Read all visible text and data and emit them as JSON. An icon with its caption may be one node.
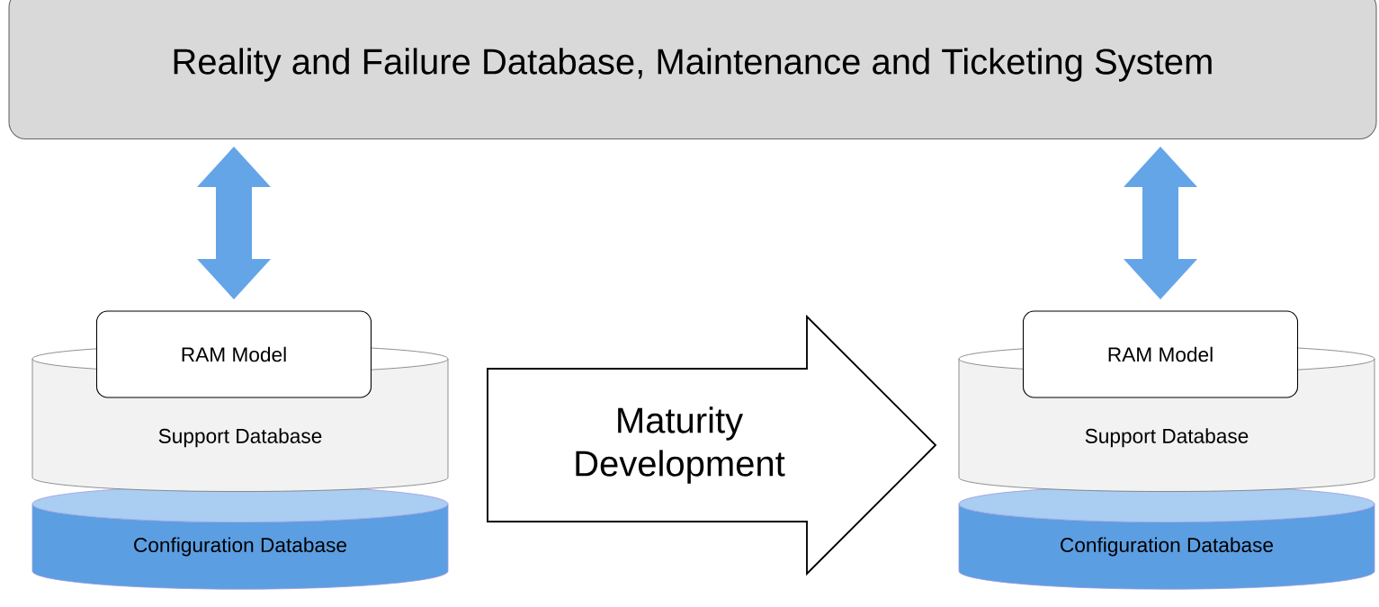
{
  "diagram": {
    "nodes": [
      {
        "text": [
          "Reality and Failure Database, Maintenance and Ticketing System"
        ]
      },
      {
        "text": [
          "RAM Model"
        ]
      },
      {
        "text": [
          "Support Database"
        ]
      },
      {
        "text": [
          "Configuration Database"
        ]
      },
      {
        "text": [
          "RAM Model"
        ]
      },
      {
        "text": [
          "Support Database"
        ]
      },
      {
        "text": [
          "Configuration Database"
        ]
      }
    ],
    "edges": [
      {
        "from": 0,
        "to": 1,
        "arrow": "both"
      },
      {
        "from": 0,
        "to": 4,
        "arrow": "both"
      },
      {
        "from": 2,
        "to": 5,
        "arrow": "to",
        "label": "Maturity Development",
        "color": "#ffffff"
      }
    ]
  }
}
